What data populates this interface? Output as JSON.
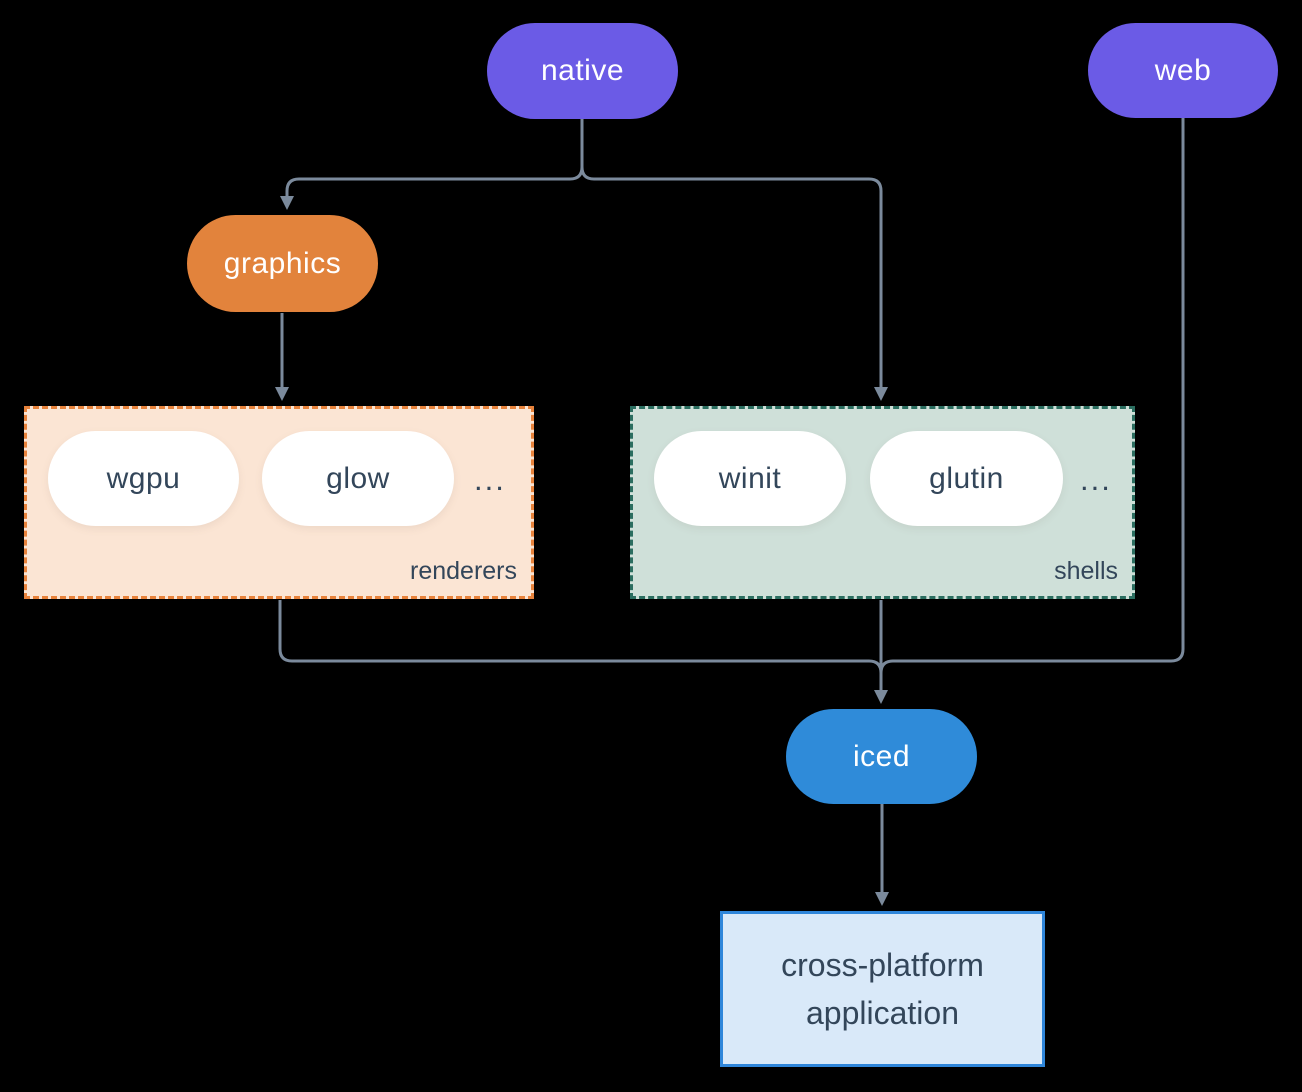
{
  "diagram": {
    "nodes": {
      "native": {
        "label": "native",
        "color": "#6b5be6"
      },
      "web": {
        "label": "web",
        "color": "#6b5be6"
      },
      "graphics": {
        "label": "graphics",
        "color": "#e2833c"
      },
      "iced": {
        "label": "iced",
        "color": "#2f8bd9"
      },
      "application": {
        "line1": "cross-platform",
        "line2": "application",
        "bg": "#d9e9f9",
        "border": "#2f86da"
      }
    },
    "groups": {
      "renderers": {
        "label": "renderers",
        "items": [
          "wgpu",
          "glow"
        ],
        "ellipsis": "...",
        "bg": "#fbe5d4",
        "border": "#e8833c"
      },
      "shells": {
        "label": "shells",
        "items": [
          "winit",
          "glutin"
        ],
        "ellipsis": "...",
        "bg": "#cfe0d9",
        "border": "#2b6e60"
      }
    },
    "edges": [
      {
        "from": "native",
        "to": "graphics"
      },
      {
        "from": "native",
        "to": "shells"
      },
      {
        "from": "graphics",
        "to": "renderers"
      },
      {
        "from": "renderers",
        "to": "iced"
      },
      {
        "from": "shells",
        "to": "iced"
      },
      {
        "from": "web",
        "to": "iced"
      },
      {
        "from": "iced",
        "to": "application"
      }
    ],
    "colors": {
      "background": "#000000",
      "connector": "#7b8a9c",
      "text_dark": "#33465a",
      "text_light": "#ffffff"
    }
  }
}
